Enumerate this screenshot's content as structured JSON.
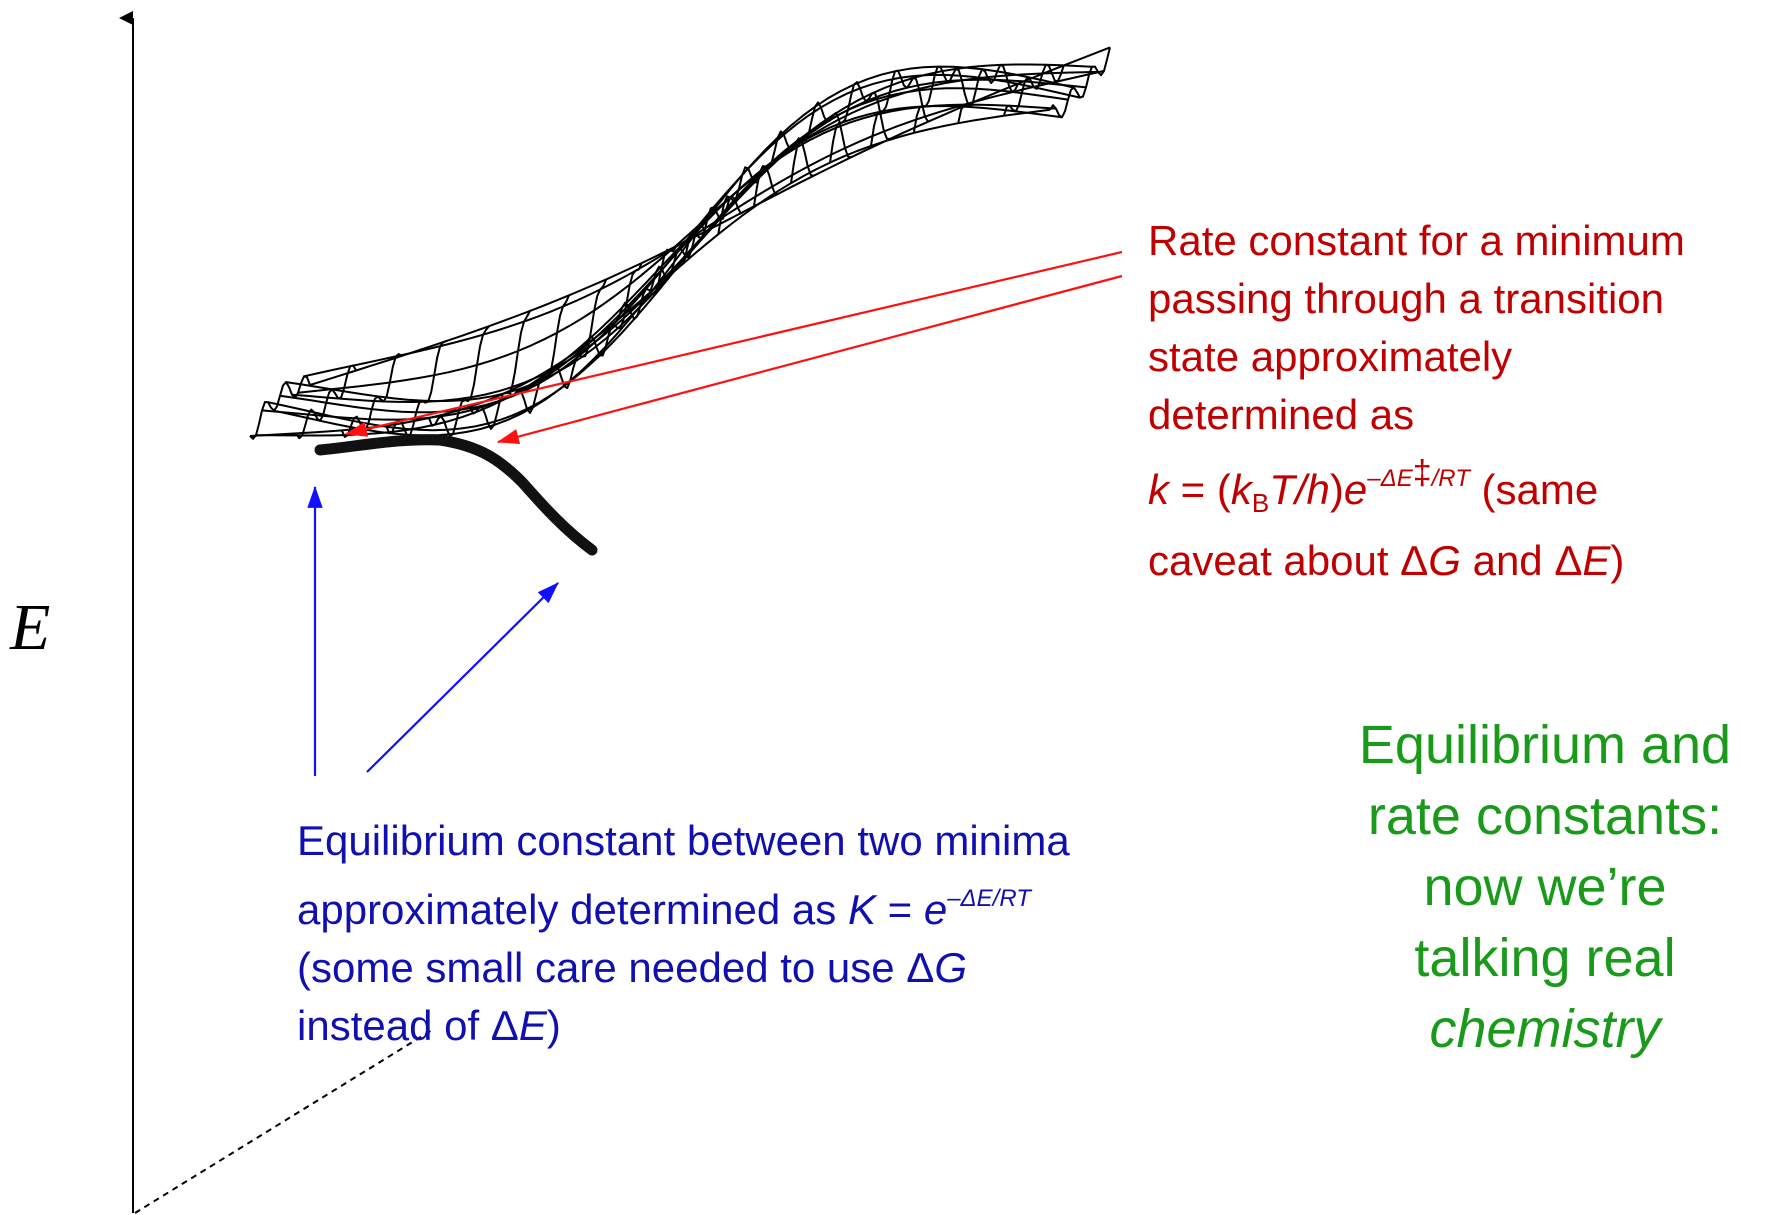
{
  "axis": {
    "label": "E"
  },
  "rate_annotation": {
    "line1": "Rate constant for a minimum",
    "line2": "passing through a transition",
    "line3": "state approximately",
    "line4": "determined as",
    "formula_k": "k",
    "formula_eq": " = (",
    "formula_kB_k": "k",
    "formula_kB_sub": "B",
    "formula_T": "T",
    "formula_slash": "/",
    "formula_h": "h",
    "formula_close": ")",
    "formula_e": "e",
    "formula_exp": "–ΔE",
    "formula_dagger": "‡",
    "formula_exp_tail": "/RT",
    "formula_tail": " (same",
    "line6_a": "caveat about Δ",
    "line6_G": "G",
    "line6_b": " and Δ",
    "line6_E": "E",
    "line6_c": ")"
  },
  "equilibrium_annotation": {
    "line1": "Equilibrium constant between two minima",
    "line2_a": "approximately determined as ",
    "line2_K": "K",
    "line2_eq": " = ",
    "line2_e": "e",
    "line2_exp": "–ΔE/RT",
    "line3_a": "(some small care needed to use Δ",
    "line3_G": "G",
    "line4_a": "instead of Δ",
    "line4_E": "E",
    "line4_b": ")"
  },
  "title_note": {
    "line1": "Equilibrium and",
    "line2": "rate constants:",
    "line3": "now we’re",
    "line4": "talking real",
    "line5": "chemistry"
  },
  "colors": {
    "rate": "#c00000",
    "equilibrium": "#1010b0",
    "title": "#1a9a1a",
    "surface": "#000000"
  }
}
